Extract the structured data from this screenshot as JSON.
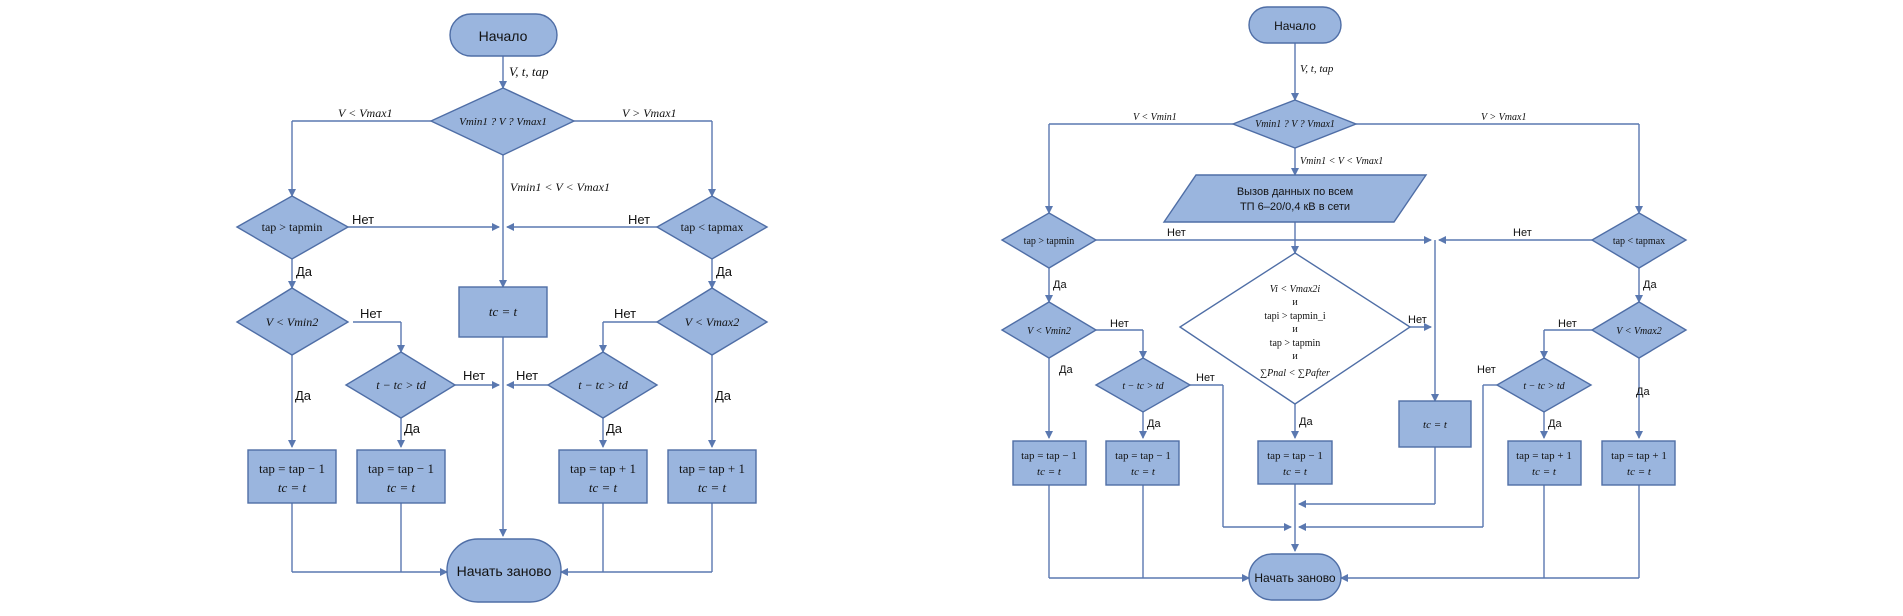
{
  "left": {
    "start": "Начало",
    "inputs": "V, t, tap",
    "main_decision": "Vmin1 ? V ? Vmax1",
    "branch_left": "V < Vmax1",
    "branch_right": "V > Vmax1",
    "branch_middle": "Vmin1 < V < Vmax1",
    "dec_tap_gt_min": "tap > tapmin",
    "dec_tap_lt_max": "tap < tapmax",
    "dec_v_lt_vmin2": "V < Vmin2",
    "dec_v_lt_vmax2": "V < Vmax2",
    "dec_time_left": "t − tc > td",
    "dec_time_right": "t − tc > td",
    "box_tc": "tc = t",
    "box_minus_1": "tap = tap − 1",
    "box_minus_2": "tap = tap − 1",
    "box_plus_1": "tap = tap + 1",
    "box_plus_2": "tap = tap + 1",
    "box_tc_sub": "tc = t",
    "end": "Начать заново",
    "yes": "Да",
    "no": "Нет"
  },
  "right": {
    "start": "Начало",
    "inputs": "V, t, tap",
    "main_decision": "Vmin1 ? V ? Vmax1",
    "branch_left": "V < Vmin1",
    "branch_right": "V > Vmax1",
    "branch_middle": "Vmin1 < V < Vmax1",
    "data_call_line1": "Вызов данных по всем",
    "data_call_line2": "ТП 6–20/0,4 кВ в сети",
    "dec_tap_gt_min": "tap > tapmin",
    "dec_tap_lt_max": "tap < tapmax",
    "dec_v_lt_vmin2": "V < Vmin2",
    "dec_v_lt_vmax2": "V < Vmax2",
    "dec_time_left": "t − tc > td",
    "dec_time_right": "t − tc > td",
    "big_cond_1": "Vi < Vmax2i",
    "big_and": "и",
    "big_cond_2": "tapi > tapmin_i",
    "big_cond_3": "tap > tapmin",
    "big_cond_4": "∑Pnal < ∑Pafter",
    "box_tc": "tc = t",
    "box_minus_1": "tap = tap − 1",
    "box_minus_2": "tap = tap − 1",
    "box_minus_3": "tap = tap − 1",
    "box_plus_1": "tap = tap + 1",
    "box_plus_2": "tap = tap + 1",
    "box_tc_sub": "tc = t",
    "end": "Начать заново",
    "yes": "Да",
    "no": "Нет"
  }
}
